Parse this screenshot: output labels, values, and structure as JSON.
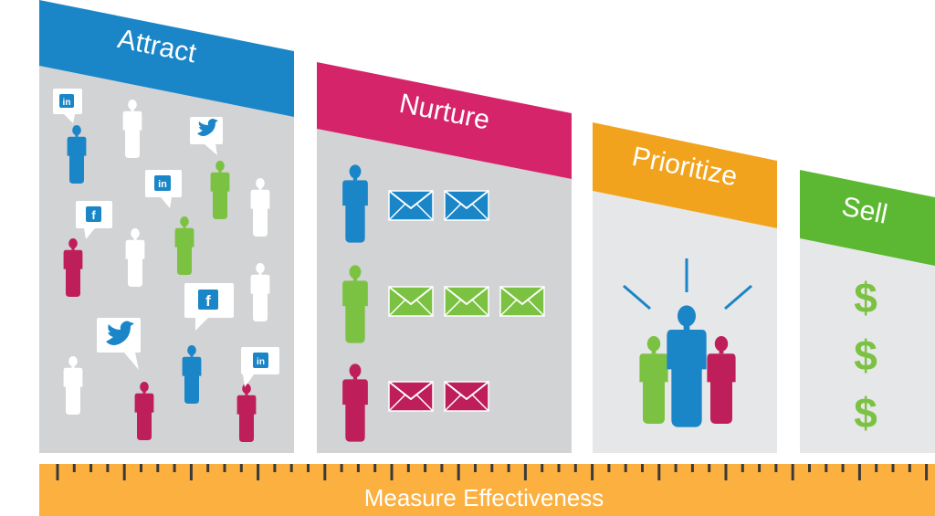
{
  "stages": [
    {
      "label": "Attract",
      "color": "#1a86c8"
    },
    {
      "label": "Nurture",
      "color": "#d6246b"
    },
    {
      "label": "Prioritize",
      "color": "#f2a31d"
    },
    {
      "label": "Sell",
      "color": "#5cb832"
    }
  ],
  "ruler": {
    "label": "Measure Effectiveness",
    "color": "#fbb040"
  },
  "sell_symbols": [
    "$",
    "$",
    "$"
  ],
  "social_badges": {
    "linkedin": "in",
    "facebook": "f"
  },
  "colors": {
    "person_blue": "#1a86c8",
    "person_green": "#7cc242",
    "person_crimson": "#be1e59",
    "person_white": "#ffffff",
    "panel_gray": "#d1d3d4",
    "panel_light": "#e6e7e8",
    "dollar_green": "#7cc242"
  }
}
